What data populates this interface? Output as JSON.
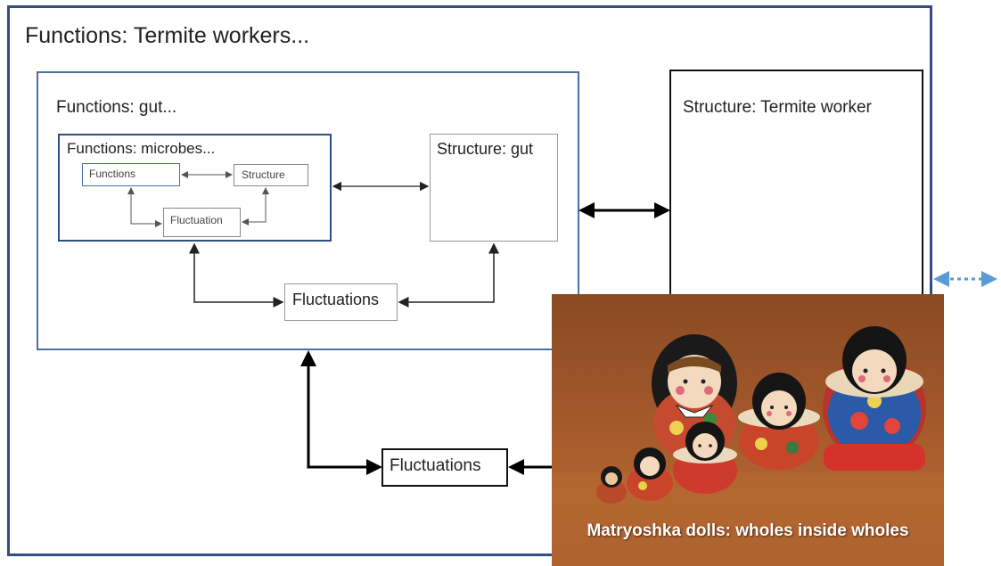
{
  "outer": {
    "title": "Functions: Termite workers..."
  },
  "gut": {
    "title": "Functions: gut..."
  },
  "microbes": {
    "title": "Functions: microbes...",
    "functions_label": "Functions",
    "structure_label": "Structure",
    "fluctuation_label": "Fluctuation"
  },
  "structure_gut": {
    "title": "Structure: gut"
  },
  "fluctuations_inner": {
    "label": "Fluctuations"
  },
  "structure_worker": {
    "title": "Structure: Termite worker"
  },
  "fluctuations_outer": {
    "label": "Fluctuations"
  },
  "photo": {
    "caption": "Matryoshka dolls: wholes inside wholes"
  },
  "colors": {
    "outer_border": "#2f4f7f",
    "gut_border": "#4a6fa5",
    "accent_arrow": "#5b9bd5"
  }
}
